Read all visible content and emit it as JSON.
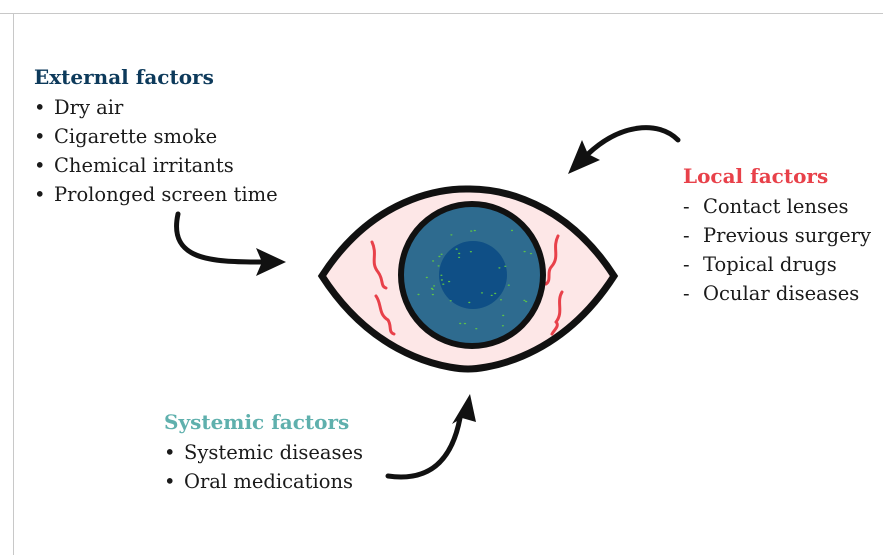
{
  "external": {
    "title": "External factors",
    "color": "#0d3a5b",
    "items": [
      "Dry air",
      "Cigarette smoke",
      "Chemical irritants",
      "Prolonged screen time"
    ]
  },
  "local": {
    "title": "Local factors",
    "color": "#e8414a",
    "items": [
      "Contact lenses",
      "Previous surgery",
      "Topical drugs",
      "Ocular diseases"
    ]
  },
  "systemic": {
    "title": "Systemic factors",
    "color": "#5fb0ad",
    "items": [
      "Systemic diseases",
      "Oral medications"
    ]
  },
  "eye": {
    "sclera_color": "#fde7e7",
    "iris_color": "#2e6b8f",
    "pupil_color": "#0f4f86",
    "vessel_color": "#e8414a",
    "speck_color": "#5cc24a"
  },
  "bullet_marker": "•",
  "dash_marker": "-"
}
